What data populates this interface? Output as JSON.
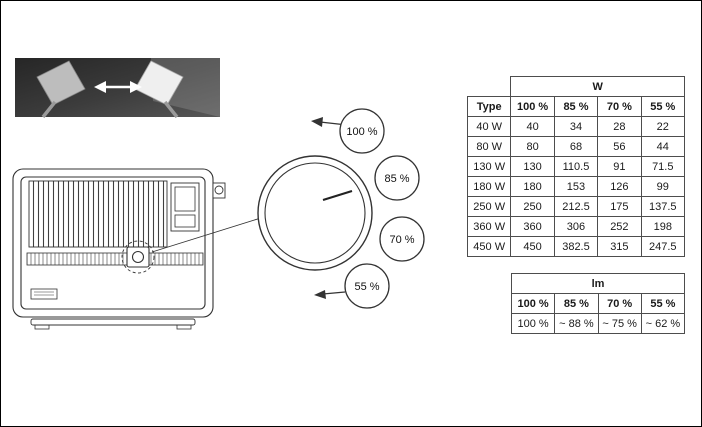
{
  "dial": {
    "labels": [
      "100 %",
      "85 %",
      "70 %",
      "55 %"
    ]
  },
  "power_table": {
    "group_header": "W",
    "columns": [
      "Type",
      "100 %",
      "85 %",
      "70 %",
      "55 %"
    ],
    "rows": [
      [
        "40 W",
        "40",
        "34",
        "28",
        "22"
      ],
      [
        "80 W",
        "80",
        "68",
        "56",
        "44"
      ],
      [
        "130 W",
        "130",
        "110.5",
        "91",
        "71.5"
      ],
      [
        "180 W",
        "180",
        "153",
        "126",
        "99"
      ],
      [
        "250 W",
        "250",
        "212.5",
        "175",
        "137.5"
      ],
      [
        "360 W",
        "360",
        "306",
        "252",
        "198"
      ],
      [
        "450 W",
        "450",
        "382.5",
        "315",
        "247.5"
      ]
    ]
  },
  "lumen_table": {
    "group_header": "lm",
    "columns": [
      "100 %",
      "85 %",
      "70 %",
      "55 %"
    ],
    "rows": [
      [
        "100 %",
        "~ 88 %",
        "~ 75 %",
        "~ 62 %"
      ]
    ]
  }
}
